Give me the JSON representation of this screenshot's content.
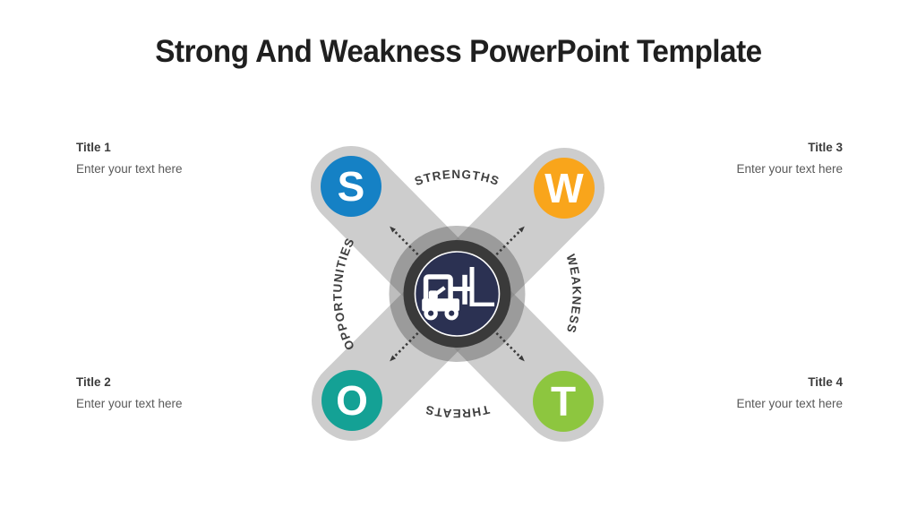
{
  "title": "Strong And Weakness PowerPoint Template",
  "placeholders": {
    "title1": {
      "label": "Title 1",
      "body": "Enter your text here"
    },
    "title2": {
      "label": "Title 2",
      "body": "Enter your text here"
    },
    "title3": {
      "label": "Title 3",
      "body": "Enter your text here"
    },
    "title4": {
      "label": "Title 4",
      "body": "Enter your text here"
    }
  },
  "swot": {
    "strengths": {
      "letter": "S",
      "label": "STRENGTHS",
      "color": "#1581c5"
    },
    "weakness": {
      "letter": "W",
      "label": "WEAKNESS",
      "color": "#f9a51b"
    },
    "opportunities": {
      "letter": "O",
      "label": "OPPORTUNITIES",
      "color": "#14a195"
    },
    "threats": {
      "letter": "T",
      "label": "THREATS",
      "color": "#8dc63f"
    },
    "center": {
      "icon": "forklift-icon",
      "bg": "#2b3152",
      "ring": "#3a3a3a"
    }
  },
  "colors": {
    "band": "rgba(172,172,172,0.6)",
    "band_solid": "#c9c9c9",
    "center_halo": "rgba(55,55,55,0.33)",
    "arrow": "#3a3a3a",
    "arc_label": "#3f3f3f",
    "title_text": "#1f1f1f"
  }
}
